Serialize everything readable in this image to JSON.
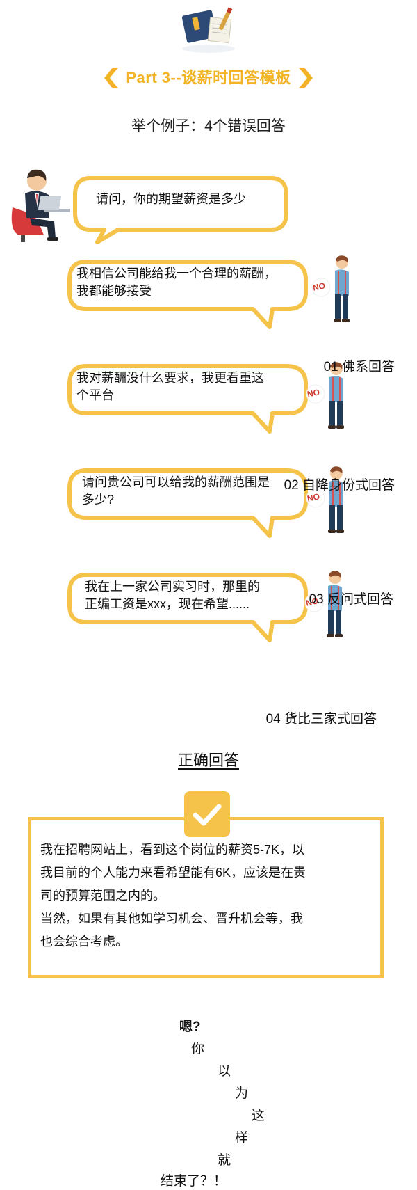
{
  "header": {
    "icon": "book-pen-icon",
    "title": "Part 3--谈薪时回答模板",
    "subtitle": "举个例子：4个错误回答",
    "accent_color": "#f2b325"
  },
  "interviewer": {
    "icon": "interviewer-icon",
    "question": "请问，你的期望薪资是多少"
  },
  "wrong_answers": [
    {
      "line1": "我相信公司能给我一个合理的薪酬，",
      "line2": "我都能够接受",
      "caption": "01 佛系回答",
      "badge": "NO"
    },
    {
      "line1": "我对薪酬没什么要求，我更看重这",
      "line2": "个平台",
      "caption": "02 自降身份式回答",
      "badge": "NO"
    },
    {
      "line1": "请问贵公司可以给我的薪酬范围是",
      "line2": "多少?",
      "caption": "03 反问式回答",
      "badge": "NO"
    },
    {
      "line1": "我在上一家公司实习时，那里的",
      "line2": "正编工资是xxx，现在希望......",
      "caption": "04 货比三家式回答",
      "badge": "NO"
    }
  ],
  "correct": {
    "title": "正确回答",
    "icon": "checkmark-icon",
    "line1": "我在招聘网站上，看到这个岗位的薪资5-7K，以",
    "line2": "我目前的个人能力来看希望能有6K，应该是在贵",
    "line3": "司的预算范围之内的。",
    "line4": "当然，如果有其他如学习机会、晋升机会等，我",
    "line5": "也会综合考虑。"
  },
  "ending": {
    "w0": "嗯?",
    "w1": "你",
    "w2": "以",
    "w3": "为",
    "w4": "这",
    "w5": "样",
    "w6": "就",
    "w7": "结束了？！"
  }
}
